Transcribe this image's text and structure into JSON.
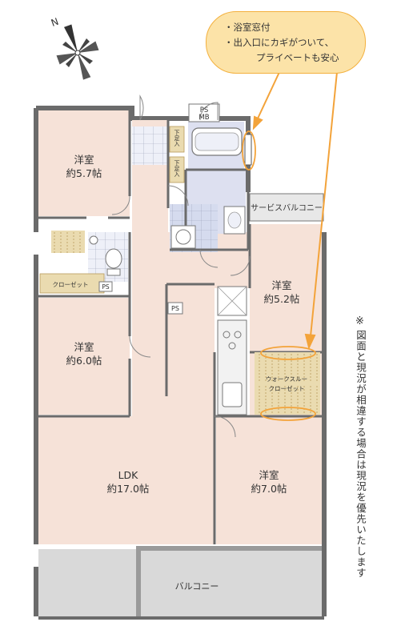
{
  "compass": {
    "north_label": "N"
  },
  "callout": {
    "line1": "・浴室窓付",
    "line2": "・出入口にカギがついて、",
    "line3": "プライベートも安心",
    "color": "#fce3a8",
    "border_color": "#f3b03d",
    "arrow_color": "#f3a33a"
  },
  "rooms": {
    "room_nw": {
      "name": "洋室",
      "size": "約5.7帖"
    },
    "room_w": {
      "name": "洋室",
      "size": "約6.0帖"
    },
    "room_e_upper": {
      "name": "洋室",
      "size": "約5.2帖"
    },
    "room_se": {
      "name": "洋室",
      "size": "約7.0帖"
    },
    "ldk": {
      "name": "LDK",
      "size": "約17.0帖"
    }
  },
  "labels": {
    "ps_mb_top": "PS",
    "ps_mb_bottom": "MB",
    "ps_toilet": "PS",
    "ps_kitchen": "PS",
    "shoe_1": "下足入",
    "shoe_2": "下足入",
    "closet": "クローゼット",
    "walk_in_1": "ウォークスルー",
    "walk_in_2": "クローゼット",
    "service_balcony": "サービスバルコニー",
    "balcony": "バルコニー"
  },
  "note": {
    "mark": "※",
    "text": "図面と現況が相違する場合は現況を優先いたします"
  },
  "colors": {
    "room_fill": "#f6e2d8",
    "wet_fill": "#dde0f0",
    "wall": "#6b6b6b",
    "balcony_fill": "#d9d9d9",
    "closet_fill": "#eadbb0"
  }
}
